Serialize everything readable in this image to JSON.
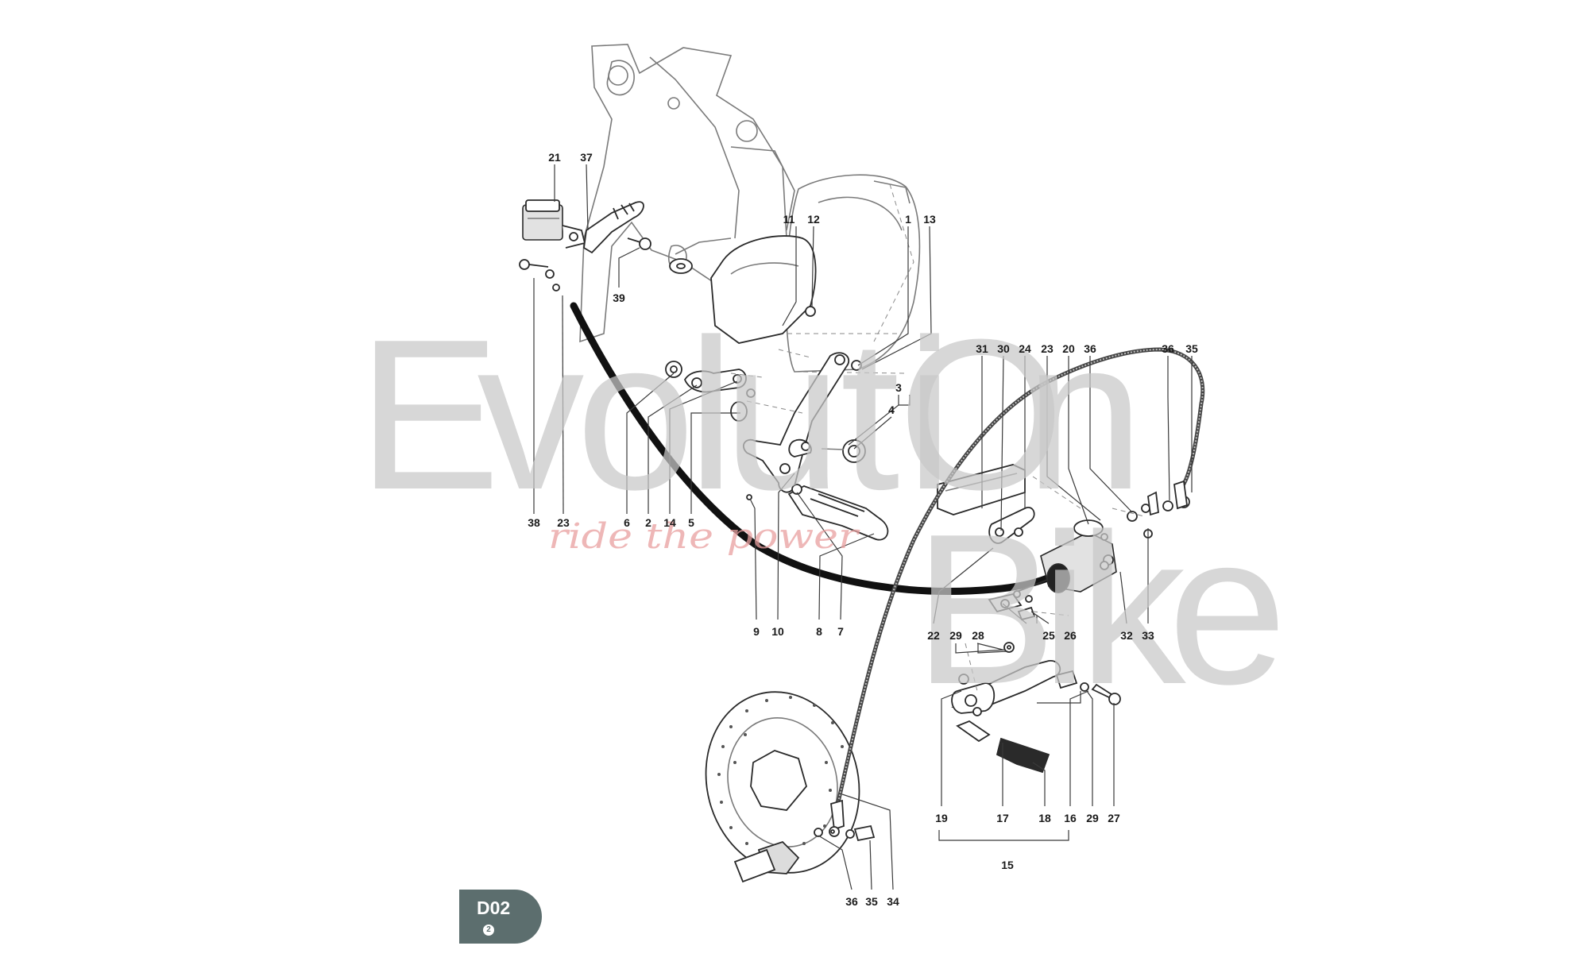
{
  "watermark": {
    "letters": [
      "E",
      "v",
      "o",
      "l",
      "u",
      "t",
      "i",
      "O",
      "n",
      "B",
      "i",
      "k",
      "e"
    ],
    "slogan": "ride the power"
  },
  "callouts": [
    "1",
    "2",
    "3",
    "4",
    "5",
    "6",
    "7",
    "8",
    "9",
    "10",
    "11",
    "12",
    "13",
    "14",
    "15",
    "16",
    "17",
    "18",
    "19",
    "20",
    "21",
    "22",
    "23",
    "24",
    "25",
    "26",
    "27",
    "28",
    "29",
    "30",
    "31",
    "32",
    "33",
    "34",
    "35",
    "36",
    "37",
    "38",
    "39"
  ],
  "badge": {
    "code": "D02",
    "page": "2"
  }
}
